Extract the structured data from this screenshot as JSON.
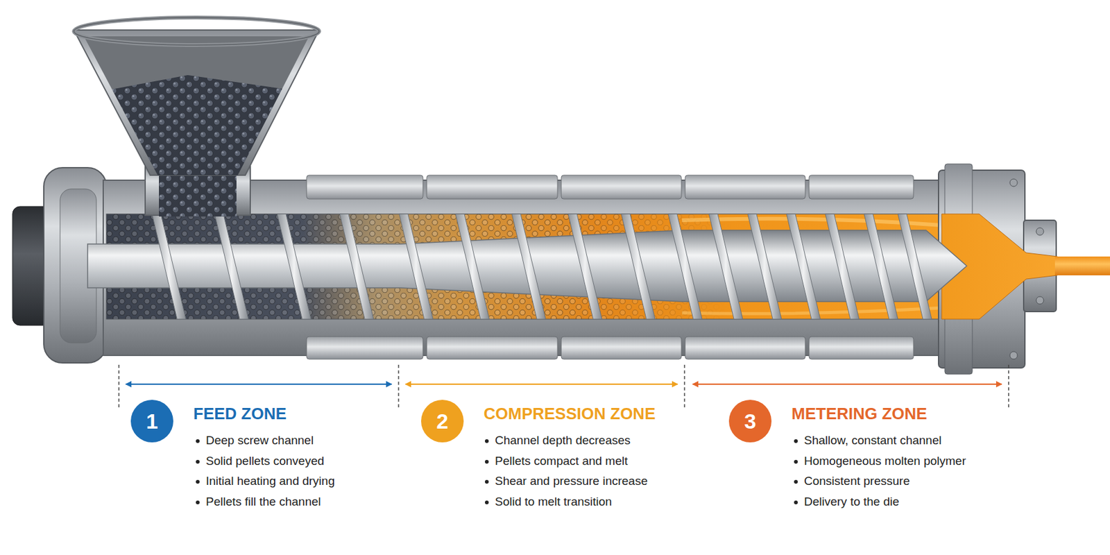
{
  "diagram": {
    "nodes": [
      {
        "text": [
          "1",
          "FEED ZONE"
        ]
      },
      {
        "text": [
          "2",
          "COMPRESSION ZONE"
        ]
      },
      {
        "text": [
          "3",
          "METERING ZONE"
        ]
      }
    ],
    "labels": [
      "Deep screw channel",
      "Solid pellets conveyed",
      "Initial heating and drying",
      "Pellets fill the channel",
      "Channel depth decreases",
      "Pellets compact and melt",
      "Shear and pressure increase",
      "Solid to melt transition",
      "Shallow, constant channel",
      "Homogeneous molten polymer",
      "Consistent pressure",
      "Delivery to the die"
    ]
  }
}
